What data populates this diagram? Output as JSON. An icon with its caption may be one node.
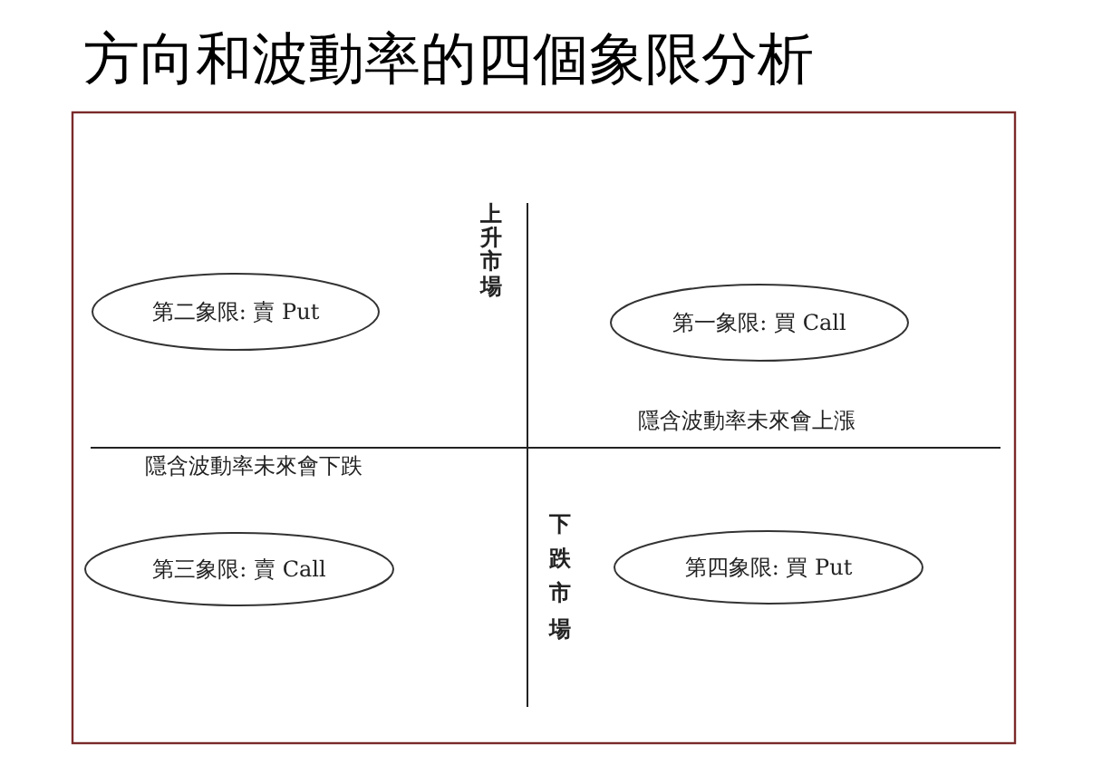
{
  "diagram": {
    "title": "方向和波動率的四個象限分析",
    "nodes": [
      {
        "text": [
          "第二象限: 賣 Put"
        ]
      },
      {
        "text": [
          "第一象限: 買 Call"
        ]
      },
      {
        "text": [
          "第三象限: 賣 Call"
        ]
      },
      {
        "text": [
          "第四象限: 買 Put"
        ]
      }
    ],
    "edges": [],
    "labels": [
      "上升市場",
      "隱含波動率未來會上漲",
      "隱含波動率未來會下跌",
      "下跌市場"
    ]
  }
}
